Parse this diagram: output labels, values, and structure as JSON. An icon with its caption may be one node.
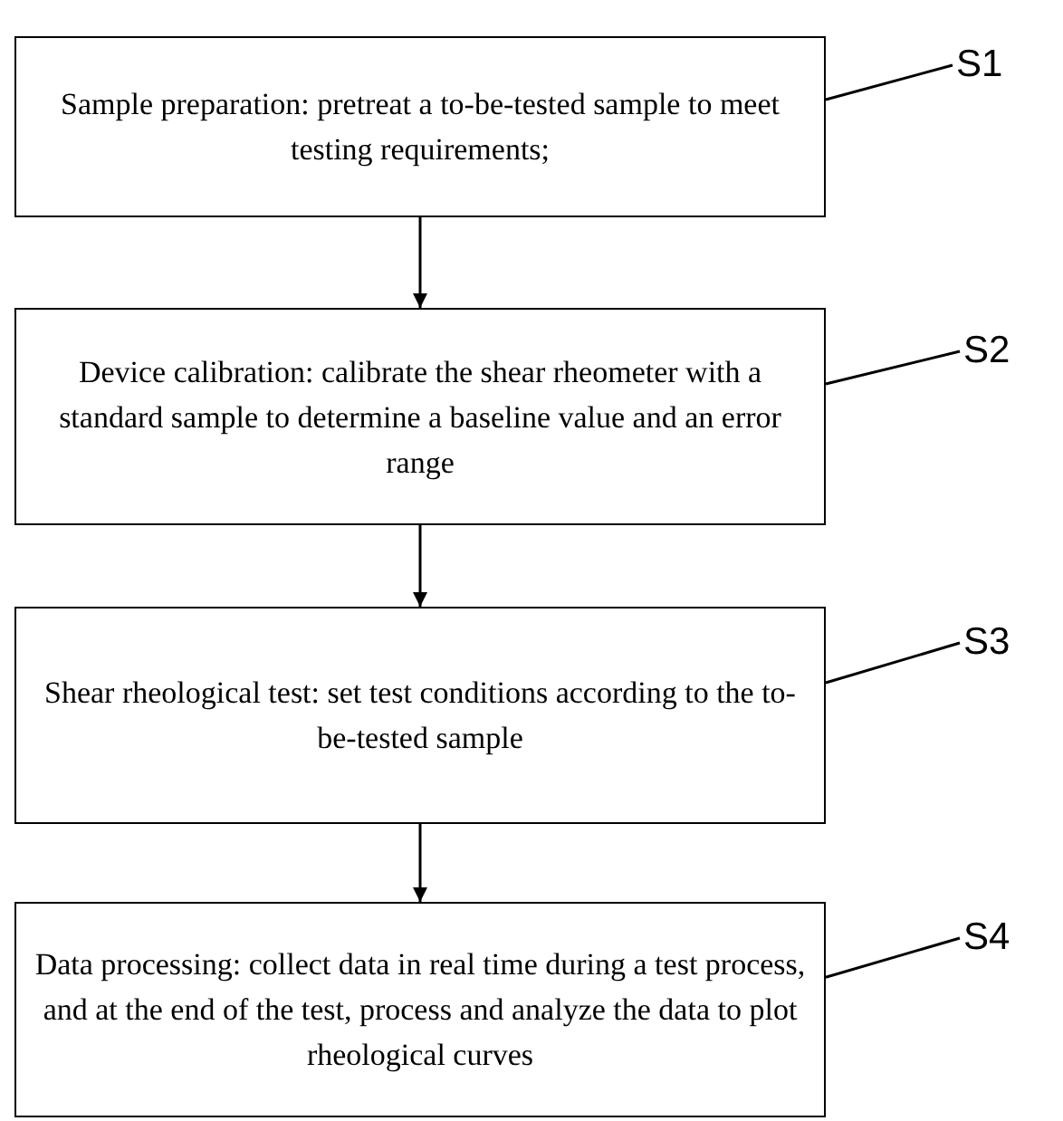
{
  "diagram": {
    "nodes": [
      {
        "text": [
          "Sample preparation: pretreat a to-be-tested sample to meet testing requirements;"
        ]
      },
      {
        "text": [
          "S1"
        ]
      },
      {
        "text": [
          "Device calibration: calibrate the shear rheometer with a standard sample to determine a baseline value and an error range"
        ]
      },
      {
        "text": [
          "S2"
        ]
      },
      {
        "text": [
          "Shear rheological test: set test conditions according to the to-be-tested sample"
        ]
      },
      {
        "text": [
          "S3"
        ]
      },
      {
        "text": [
          "Data processing: collect data in real time during a test process, and at the end of the test, process and analyze the data to plot rheological curves"
        ]
      },
      {
        "text": [
          "S4"
        ]
      }
    ],
    "edges": [
      {
        "from": 0,
        "to": 2,
        "arrow": "to"
      },
      {
        "from": 2,
        "to": 4,
        "arrow": "to"
      },
      {
        "from": 4,
        "to": 6,
        "arrow": "to"
      },
      {
        "from": 1,
        "to": 0,
        "arrow": "none"
      },
      {
        "from": 3,
        "to": 2,
        "arrow": "none"
      },
      {
        "from": 5,
        "to": 4,
        "arrow": "none"
      },
      {
        "from": 7,
        "to": 6,
        "arrow": "none"
      }
    ]
  }
}
